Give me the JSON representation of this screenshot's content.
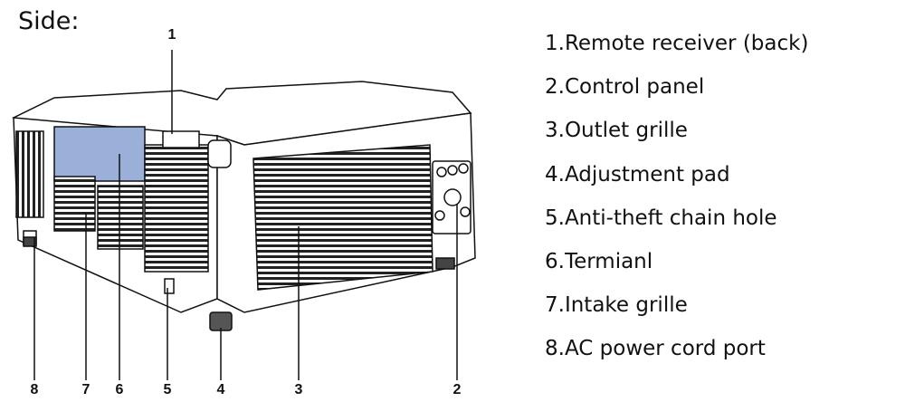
{
  "heading": "Side:",
  "callouts": [
    "1",
    "2",
    "3",
    "4",
    "5",
    "6",
    "7",
    "8"
  ],
  "legend": [
    "1.Remote receiver (back)",
    "2.Control panel",
    "3.Outlet grille",
    "4.Adjustment pad",
    "5.Anti-theft chain hole",
    "6.Termianl",
    "7.Intake grille",
    "8.AC power cord port"
  ]
}
